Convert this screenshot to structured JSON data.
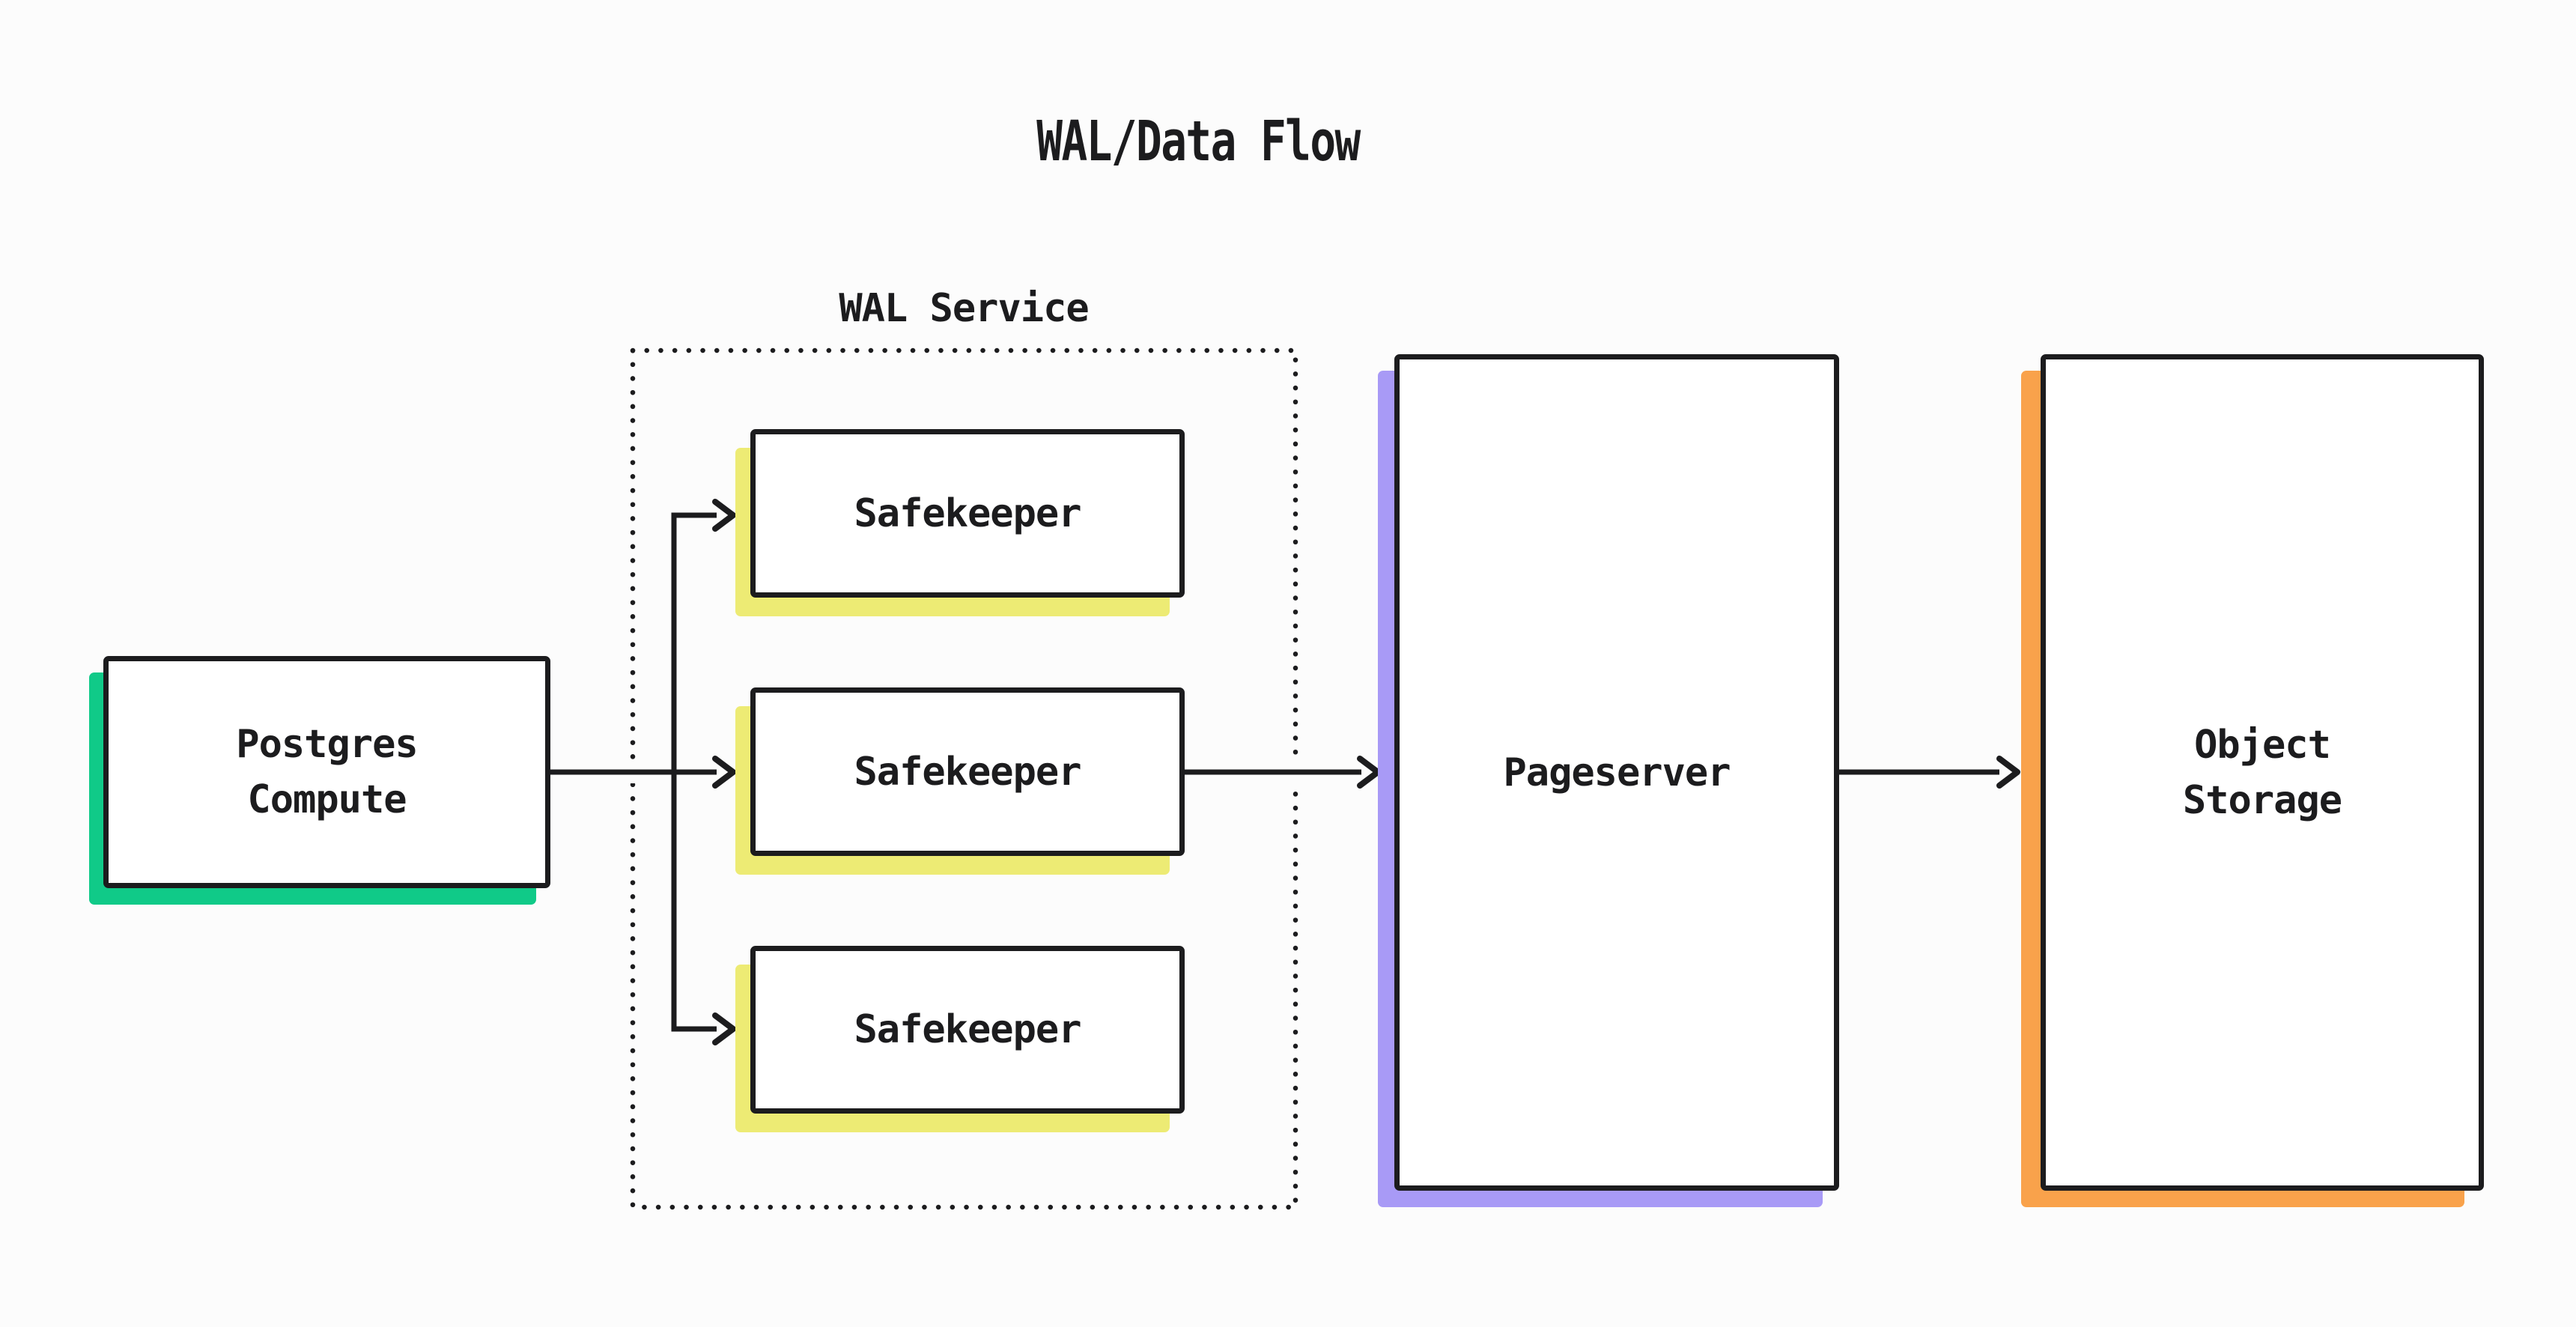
{
  "title": "WAL/Data Flow",
  "colors": {
    "ink": "#1C1C1E",
    "green": "#10CA88",
    "yellow": "#EDEB74",
    "purple": "#A89AF6",
    "orange": "#F9A24B",
    "canvas": "#FCFCFC",
    "node_fill": "#FFFFFF"
  },
  "nodes": {
    "postgres_compute": {
      "lines": [
        "Postgres",
        "Compute"
      ],
      "accent_color": "#10CA88"
    },
    "wal_service": {
      "label": "WAL Service"
    },
    "safekeepers": [
      {
        "label": "Safekeeper",
        "accent_color": "#EDEB74"
      },
      {
        "label": "Safekeeper",
        "accent_color": "#EDEB74"
      },
      {
        "label": "Safekeeper",
        "accent_color": "#EDEB74"
      }
    ],
    "pageserver": {
      "label": "Pageserver",
      "accent_color": "#A89AF6"
    },
    "object_storage": {
      "lines": [
        "Object",
        "Storage"
      ],
      "accent_color": "#F9A24B"
    }
  },
  "edges": [
    {
      "from": "postgres_compute",
      "to": "safekeeper-1"
    },
    {
      "from": "postgres_compute",
      "to": "safekeeper-2"
    },
    {
      "from": "postgres_compute",
      "to": "safekeeper-3"
    },
    {
      "from": "safekeeper-2",
      "to": "pageserver"
    },
    {
      "from": "pageserver",
      "to": "object_storage"
    }
  ]
}
